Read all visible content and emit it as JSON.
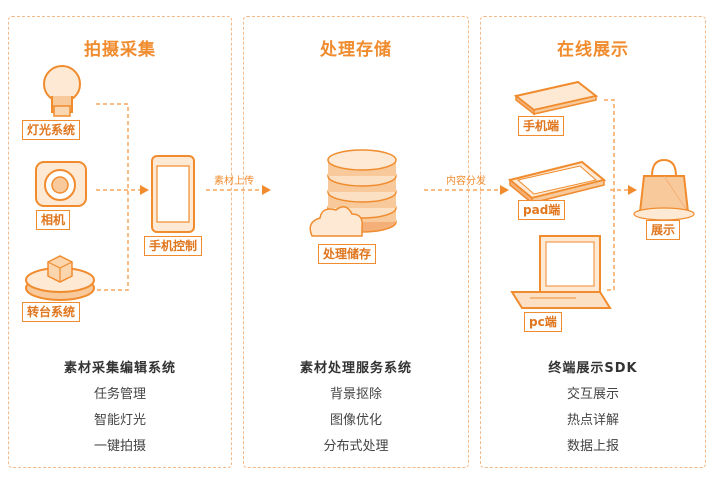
{
  "sections": [
    {
      "title": "拍摄采集",
      "system": "素材采集编辑系统",
      "features": [
        "任务管理",
        "智能灯光",
        "一键拍摄"
      ],
      "devices": [
        "灯光系统",
        "相机",
        "转台系统"
      ],
      "hub": "手机控制"
    },
    {
      "title": "处理存储",
      "system": "素材处理服务系统",
      "features": [
        "背景抠除",
        "图像优化",
        "分布式处理"
      ],
      "hub": "处理储存"
    },
    {
      "title": "在线展示",
      "system": "终端展示SDK",
      "features": [
        "交互展示",
        "热点详解",
        "数据上报"
      ],
      "devices": [
        "手机端",
        "pad端",
        "pc端"
      ],
      "hub": "展示"
    }
  ],
  "flows": [
    "素材上传",
    "内容分发"
  ],
  "colors": {
    "accent": "#f08c2e",
    "accent_light": "#f7c99b",
    "border": "#f2b98a",
    "text": "#333333"
  }
}
